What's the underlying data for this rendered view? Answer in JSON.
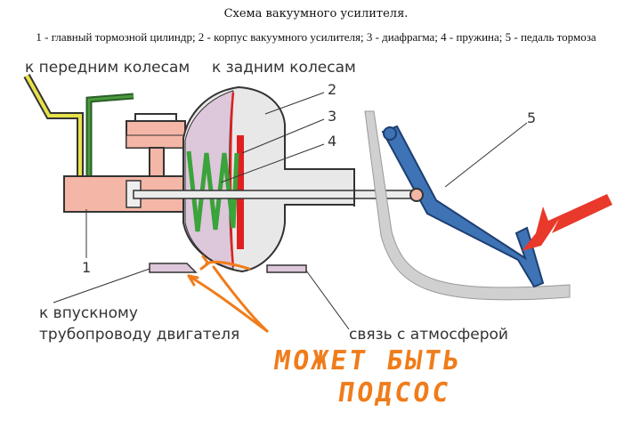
{
  "title": "Схема вакуумного усилителя.",
  "legend": "1 - главный тормозной цилиндр; 2 - корпус вакуумного усилителя; 3 - диафрагма; 4 - пружина; 5 - педаль тормоза",
  "labels": {
    "front_wheels": "к передним колесам",
    "rear_wheels": "к задним колесам",
    "intake_line1": "к впускному",
    "intake_line2": "трубопроводу двигателя",
    "atmosphere": "связь с атмосферой"
  },
  "numbers": {
    "n1": "1",
    "n2": "2",
    "n3": "3",
    "n4": "4",
    "n5": "5"
  },
  "handwriting": {
    "line1": "МОЖЕТ БЫТЬ",
    "line2": "ПОДСОС"
  },
  "colors": {
    "cylinder": "#f4b6a6",
    "booster_body": "#ddc7da",
    "diaphragm": "#e02020",
    "spring": "#3aa33a",
    "pedal": "#3e73b6",
    "arrow": "#e8392a",
    "handwriting": "#f07c1a"
  }
}
